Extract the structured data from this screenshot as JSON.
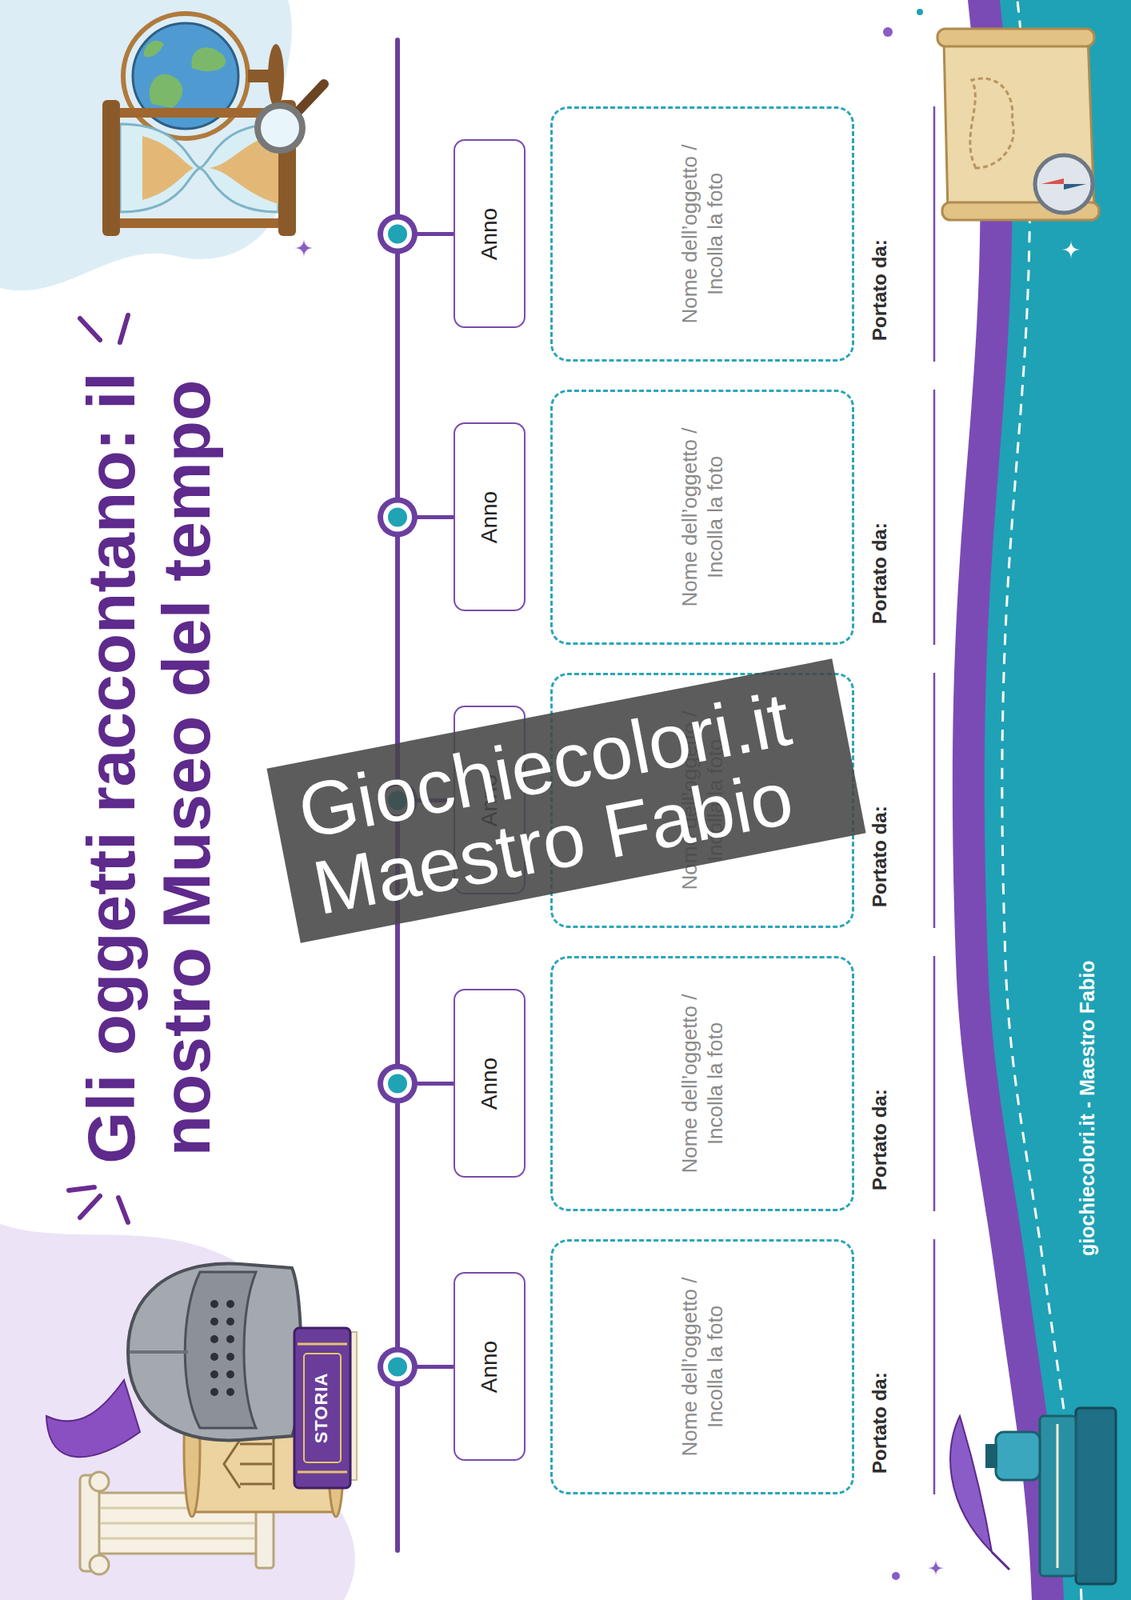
{
  "diagram": {
    "title": "Gli oggetti raccontano: il nostro Museo del tempo",
    "nodes": [
      {
        "text": [
          "Anno"
        ]
      },
      {
        "text": [
          "Nome dell’oggetto / Incolla la foto"
        ]
      },
      {
        "text": [
          "Anno"
        ]
      },
      {
        "text": [
          "Nome dell’oggetto / Incolla la foto"
        ]
      },
      {
        "text": [
          "Anno"
        ]
      },
      {
        "text": [
          "Nome dell’oggetto / Incolla la foto"
        ]
      },
      {
        "text": [
          "Anno"
        ]
      },
      {
        "text": [
          "Nome dell’oggetto / Incolla la foto"
        ]
      },
      {
        "text": [
          "Anno"
        ]
      },
      {
        "text": [
          "Nome dell’oggetto / Incolla la foto"
        ]
      }
    ],
    "labels": [
      "Portato da:",
      "Portato da:",
      "Portato da:",
      "Portato da:",
      "Portato da:",
      "STORIA",
      "giochiecolori.it - Maestro Fabio",
      "Giochiecolori.it Maestro Fabio"
    ]
  }
}
